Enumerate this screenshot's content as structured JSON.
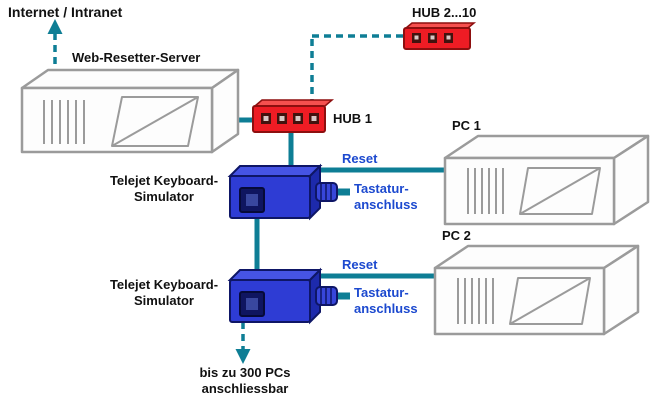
{
  "colors": {
    "line": "#0e7e95",
    "blue-text": "#1c49cf",
    "hub-red": "#ee1c24",
    "hub-red-dark": "#8d0f0f",
    "sim-blue": "#2e3cd4",
    "sim-blue-dark": "#0e1666",
    "gray": "#9b9b9b",
    "text-black": "#111111"
  },
  "labels": {
    "internet": "Internet / Intranet",
    "server": "Web-Resetter-Server",
    "hub1": "HUB 1",
    "hub2": "HUB 2...10",
    "pc1": "PC 1",
    "pc2": "PC 2",
    "sim1_line1": "Telejet Keyboard-",
    "sim1_line2": "Simulator",
    "sim2_line1": "Telejet Keyboard-",
    "sim2_line2": "Simulator",
    "reset1": "Reset",
    "reset2": "Reset",
    "tastatur1_line1": "Tastatur-",
    "tastatur1_line2": "anschluss",
    "tastatur2_line1": "Tastatur-",
    "tastatur2_line2": "anschluss",
    "footer_line1": "bis zu 300 PCs",
    "footer_line2": "anschliessbar"
  }
}
